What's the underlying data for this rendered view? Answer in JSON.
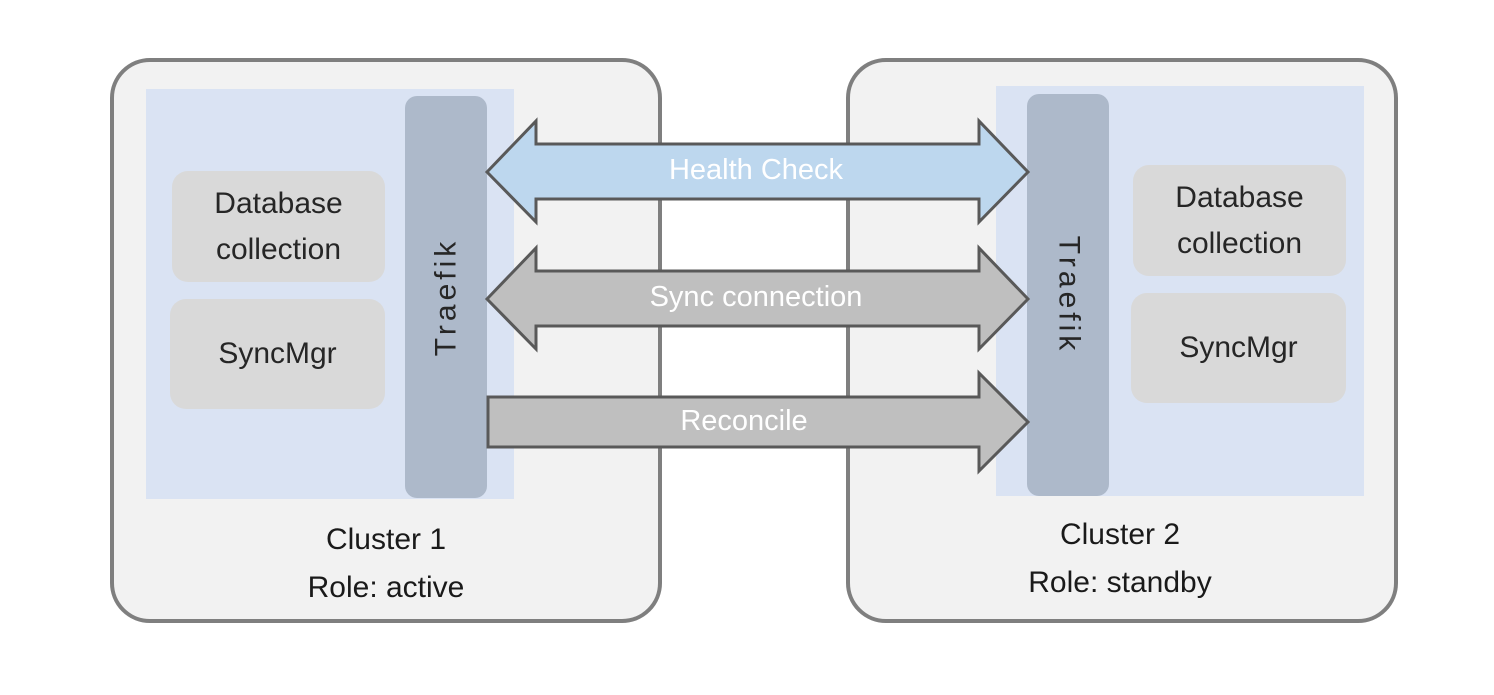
{
  "clusters": [
    {
      "name": "Cluster 1",
      "role": "Role: active",
      "traefik": "Traefik",
      "boxes": [
        "Database\ncollection",
        "SyncMgr"
      ]
    },
    {
      "name": "Cluster 2",
      "role": "Role: standby",
      "traefik": "Traefik",
      "boxes": [
        "Database\ncollection",
        "SyncMgr"
      ]
    }
  ],
  "connections": [
    {
      "label": "Health Check",
      "direction": "bidirectional",
      "fill": "#bdd7ee"
    },
    {
      "label": "Sync connection",
      "direction": "bidirectional",
      "fill": "#bfbfbf"
    },
    {
      "label": "Reconcile",
      "direction": "cluster-1-to-cluster-2",
      "fill": "#bfbfbf"
    }
  ],
  "colors": {
    "cluster_bg": "#f2f2f2",
    "cluster_border": "#7f7f7f",
    "panel_bg": "#dae3f3",
    "box_bg": "#d9d9d9",
    "traefik_bg": "#adb9ca",
    "arrow_stroke": "#595959"
  }
}
